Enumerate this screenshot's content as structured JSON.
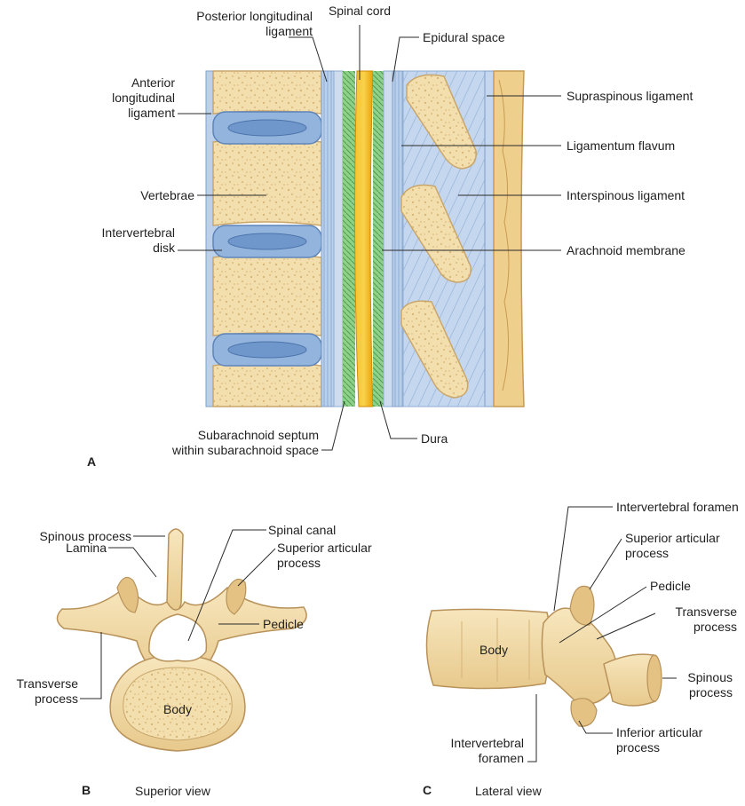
{
  "panel_a": {
    "letter": "A",
    "labels": {
      "posterior_longitudinal_ligament": "Posterior longitudinal\nligament",
      "spinal_cord": "Spinal cord",
      "epidural_space": "Epidural space",
      "anterior_longitudinal_ligament": "Anterior\nlongitudinal\nligament",
      "supraspinous_ligament": "Supraspinous ligament",
      "ligamentum_flavum": "Ligamentum flavum",
      "vertebrae": "Vertebrae",
      "interspinous_ligament": "Interspinous ligament",
      "intervertebral_disk": "Intervertebral\ndisk",
      "arachnoid_membrane": "Arachnoid membrane",
      "subarachnoid_septum": "Subarachnoid septum\nwithin subarachnoid space",
      "dura": "Dura"
    }
  },
  "panel_b": {
    "letter": "B",
    "caption": "Superior view",
    "labels": {
      "spinous_process": "Spinous process",
      "spinal_canal": "Spinal canal",
      "lamina": "Lamina",
      "superior_articular_process": "Superior articular\nprocess",
      "pedicle": "Pedicle",
      "transverse_process": "Transverse\nprocess",
      "body": "Body"
    }
  },
  "panel_c": {
    "letter": "C",
    "caption": "Lateral view",
    "labels": {
      "intervertebral_foramen_top": "Intervertebral foramen",
      "superior_articular_process": "Superior articular\nprocess",
      "pedicle": "Pedicle",
      "transverse_process": "Transverse\nprocess",
      "body": "Body",
      "spinous_process": "Spinous\nprocess",
      "intervertebral_foramen_bottom": "Intervertebral\nforamen",
      "inferior_articular_process": "Inferior articular\nprocess"
    }
  },
  "colors": {
    "bone": "#f2dca8",
    "bone_edge": "#c9a66b",
    "disk": "#8fb0d8",
    "ligament": "#a9c4e6",
    "cord": "#f5b81c",
    "arachnoid": "#7cc57a",
    "line": "#2a2a2a"
  }
}
